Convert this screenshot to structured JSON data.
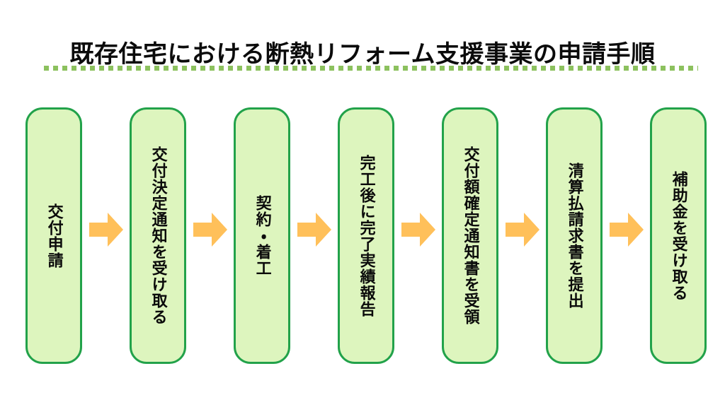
{
  "slide": {
    "title": "既存住宅における断熱リフォーム支援事業の申請手順",
    "background_color": "#FFFFFF",
    "title_color": "#0B0B0B"
  },
  "divider": {
    "style": "dotted",
    "color": "#8CC15E"
  },
  "flow": {
    "box_fill_color": "#DDF5BE",
    "box_border_color": "#22A24A",
    "arrow_color": "#FFC05A",
    "arrow_icon_name": "right-arrow-icon",
    "steps": [
      {
        "index": 1,
        "label": "交付申請"
      },
      {
        "index": 2,
        "label": "交付決定通知を受け取る"
      },
      {
        "index": 3,
        "label": "契約・着工"
      },
      {
        "index": 4,
        "label": "完工後に完了実績報告"
      },
      {
        "index": 5,
        "label": "交付額確定通知書を受領"
      },
      {
        "index": 6,
        "label": "清算払請求書を提出"
      },
      {
        "index": 7,
        "label": "補助金を受け取る"
      }
    ]
  }
}
